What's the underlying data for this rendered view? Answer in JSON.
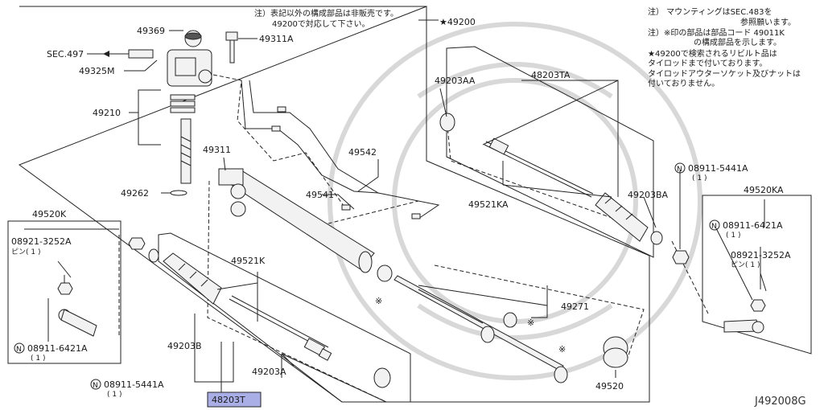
{
  "notes_center": [
    "注）表記以外の構成部品は非販売です。",
    "49200で対応して下さい。"
  ],
  "notes_right": [
    "注） マウンティングはSEC.483を",
    "参照願います。",
    "注）※印の部品は部品コード 49011K",
    "の構成部品を示します。",
    "★49200で検索されるリビルト品は",
    "タイロッドまで付いております。",
    "タイロッドアウターソケット及びナットは",
    "付いておりません。"
  ],
  "labels": {
    "l49200": "★49200",
    "l49369": "49369",
    "l49311A": "49311A",
    "sec497": "SEC.497",
    "l49325M": "49325M",
    "l49210": "49210",
    "l49262": "49262",
    "l49311": "49311",
    "l49542": "49542",
    "l49541": "49541",
    "l49203AA": "49203AA",
    "l48203TA": "48203TA",
    "l49521KA": "49521KA",
    "l49203BA": "49203BA",
    "l08911_5441A_r": "08911-5441A",
    "l08911_5441A_r_qty": "( 1 )",
    "l49520KA": "49520KA",
    "l08911_6421A_r": "08911-6421A",
    "l08911_6421A_r_qty": "( 1 )",
    "l08921_3252A_r": "08921-3252A",
    "l08921_3252A_r_qty": "ピン( 1 )",
    "l49271": "49271",
    "l49520": "49520",
    "l49520K": "49520K",
    "l08921_3252A_l": "08921-3252A",
    "l08921_3252A_l_qty": "ピン( 1 )",
    "l08911_6421A_l": "08911-6421A",
    "l08911_6421A_l_qty": "( 1 )",
    "l49521K": "49521K",
    "l49203B": "49203B",
    "l49203A": "49203A",
    "l08911_5441A_l": "08911-5441A",
    "l08911_5441A_l_qty": "( 1 )",
    "l48203T": "48203T",
    "circle_n": "N",
    "star_mark": "※"
  },
  "diagram_code": "J492008G",
  "colors": {
    "line": "#222222",
    "highlight": "#a9aee6",
    "watermark": "#d8d8d8"
  }
}
